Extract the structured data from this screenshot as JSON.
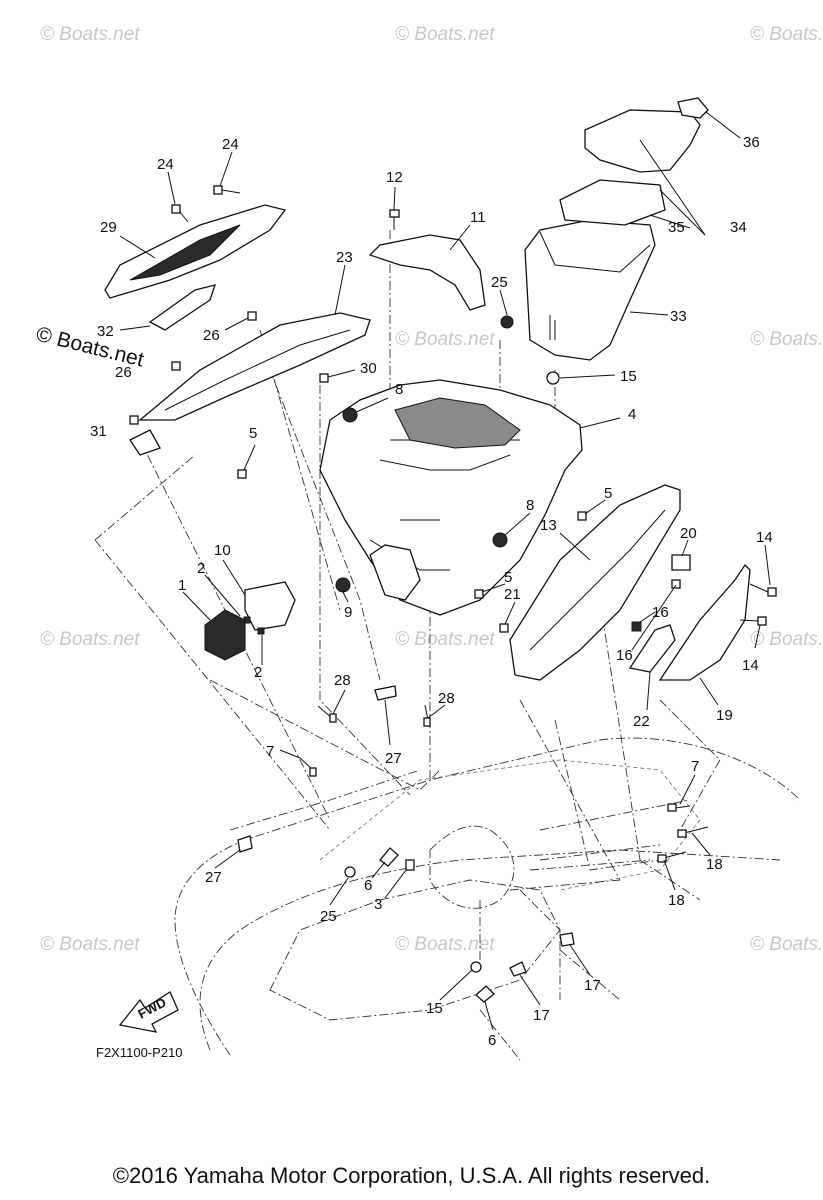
{
  "watermark_text": "© Boats.net",
  "watermark_strong_text": "© Boats.net",
  "diagram_code": "F2X1100-P210",
  "fwd_label": "FWD",
  "copyright": "©2016 Yamaha Motor Corporation, U.S.A. All rights reserved.",
  "callouts": [
    "1",
    "2",
    "2",
    "3",
    "4",
    "5",
    "5",
    "5",
    "6",
    "6",
    "7",
    "7",
    "8",
    "8",
    "9",
    "10",
    "11",
    "12",
    "13",
    "14",
    "14",
    "15",
    "15",
    "16",
    "16",
    "17",
    "17",
    "18",
    "18",
    "19",
    "20",
    "21",
    "22",
    "23",
    "24",
    "24",
    "25",
    "25",
    "26",
    "26",
    "27",
    "27",
    "28",
    "28",
    "29",
    "30",
    "31",
    "32",
    "33",
    "34",
    "35",
    "36"
  ]
}
